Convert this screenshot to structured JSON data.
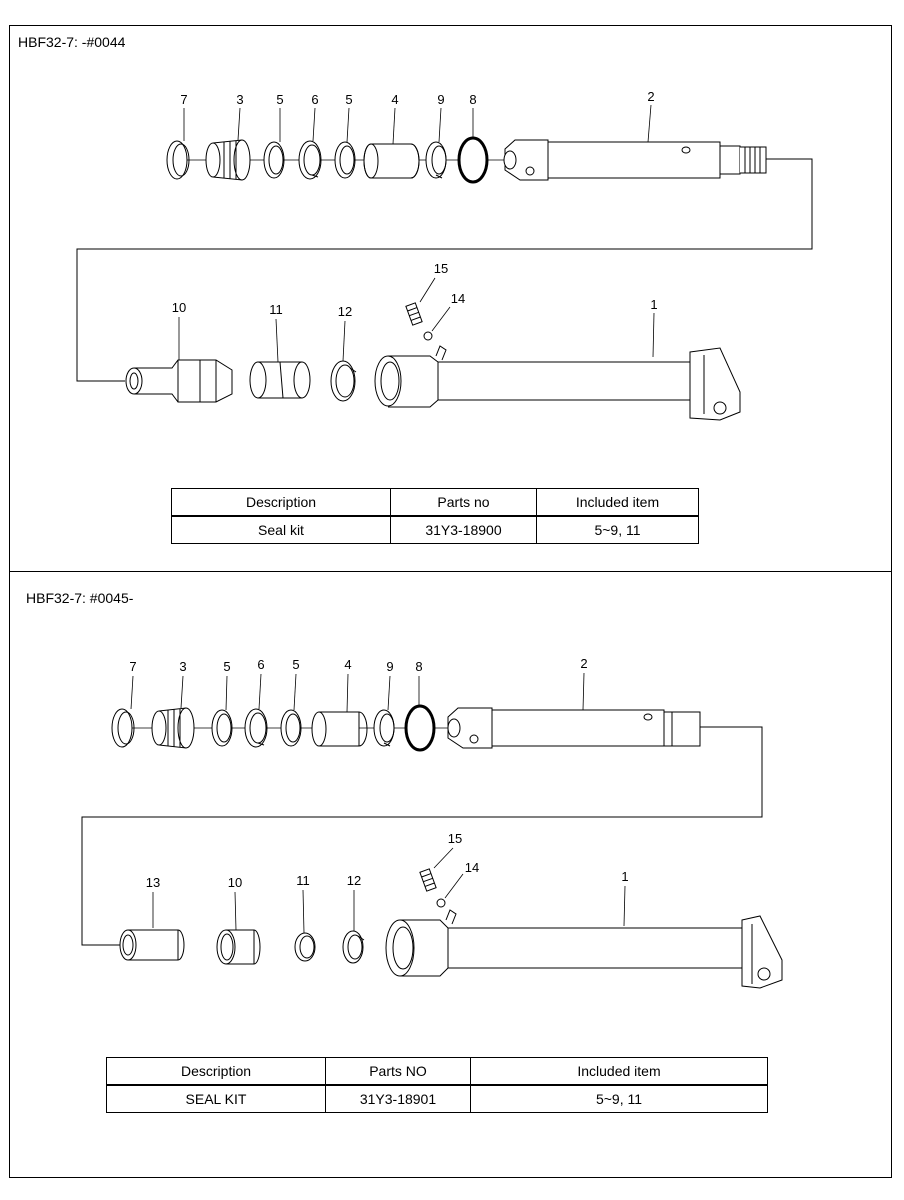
{
  "panels": [
    {
      "title": "HBF32-7: -#0044",
      "callouts": [
        "7",
        "3",
        "5",
        "6",
        "5",
        "4",
        "9",
        "8",
        "2",
        "15",
        "14",
        "10",
        "11",
        "12",
        "1"
      ],
      "table": {
        "headers": [
          "Description",
          "Parts no",
          "Included item"
        ],
        "row": [
          "Seal kit",
          "31Y3-18900",
          "5~9, 11"
        ]
      }
    },
    {
      "title": "HBF32-7: #0045-",
      "callouts": [
        "7",
        "3",
        "5",
        "6",
        "5",
        "4",
        "9",
        "8",
        "2",
        "15",
        "14",
        "13",
        "10",
        "11",
        "12",
        "1"
      ],
      "table": {
        "headers": [
          "Description",
          "Parts NO",
          "Included item"
        ],
        "row": [
          "SEAL KIT",
          "31Y3-18901",
          "5~9, 11"
        ]
      }
    }
  ]
}
